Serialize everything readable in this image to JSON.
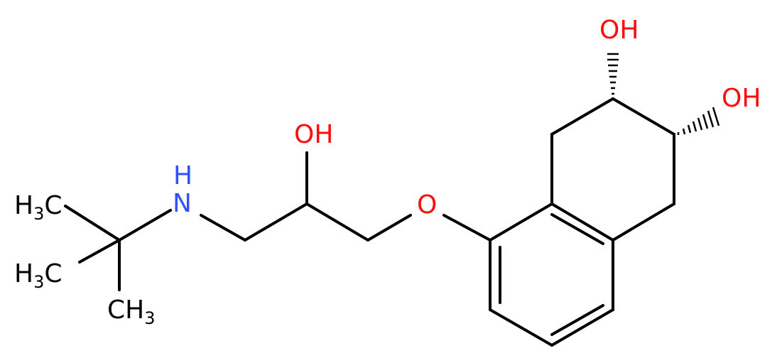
{
  "colors": {
    "bond": "#000000",
    "oxygen": "#ff0d0d",
    "nitrogen": "#3050f8",
    "carbon_label": "#000000"
  },
  "labels": {
    "oh_top": "OH",
    "oh_right": "OH",
    "oh_chain": "OH",
    "ether_o": "O",
    "amine_n": "N",
    "amine_h": "H",
    "methyl_1_h": "H",
    "methyl_1_sub": "3",
    "methyl_1_c": "C",
    "methyl_2_h": "H",
    "methyl_2_sub": "3",
    "methyl_2_c": "C",
    "methyl_3_ch": "CH",
    "methyl_3_sub": "3"
  }
}
